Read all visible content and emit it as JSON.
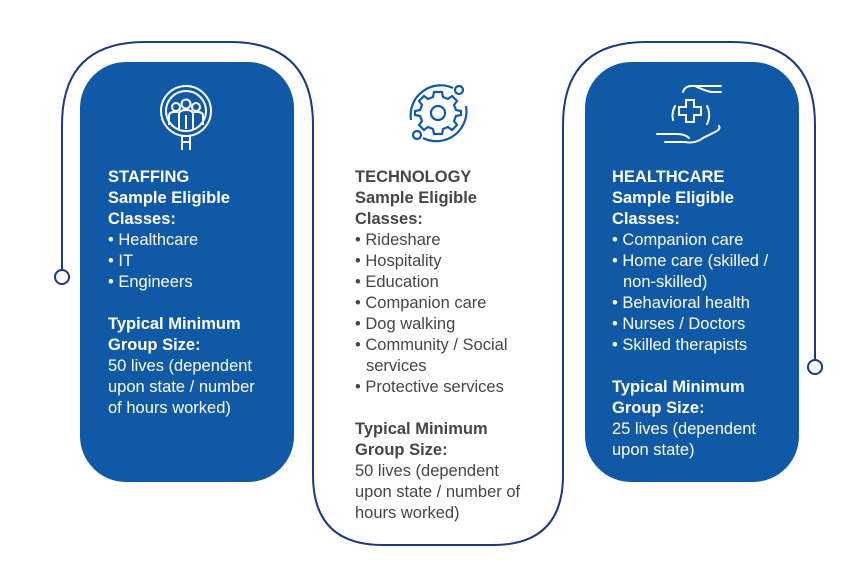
{
  "colors": {
    "card_blue": "#0f59a7",
    "outline": "#1c3a7e",
    "text_gray": "#464646"
  },
  "staffing": {
    "icon": "people-magnifier-icon",
    "title": "STAFFING",
    "heading1": "Sample Eligible",
    "heading2": "Classes:",
    "items": [
      "• Healthcare",
      "• IT",
      "• Engineers"
    ],
    "min_heading1": "Typical Minimum",
    "min_heading2": "Group Size:",
    "min_lines": [
      "50 lives (dependent",
      "upon state / number",
      "of hours worked)"
    ]
  },
  "technology": {
    "icon": "gear-orbit-icon",
    "title": "TECHNOLOGY",
    "heading1": "Sample Eligible",
    "heading2": "Classes:",
    "items": [
      "• Rideshare",
      "• Hospitality",
      "• Education",
      "• Companion care",
      "• Dog walking",
      "• Community / Social services",
      "• Protective services"
    ],
    "min_heading1": "Typical Minimum",
    "min_heading2": "Group Size:",
    "min_lines": [
      "50 lives (dependent",
      "upon state / number of",
      "hours worked)"
    ]
  },
  "healthcare": {
    "icon": "hands-medical-cross-icon",
    "title": "HEALTHCARE",
    "heading1": "Sample Eligible",
    "heading2": "Classes:",
    "items": [
      "• Companion care",
      "• Home care (skilled / non-skilled)",
      "• Behavioral health",
      "• Nurses / Doctors",
      "• Skilled therapists"
    ],
    "min_heading1": "Typical Minimum",
    "min_heading2": "Group Size:",
    "min_lines": [
      "25 lives (dependent",
      "upon state)"
    ]
  }
}
